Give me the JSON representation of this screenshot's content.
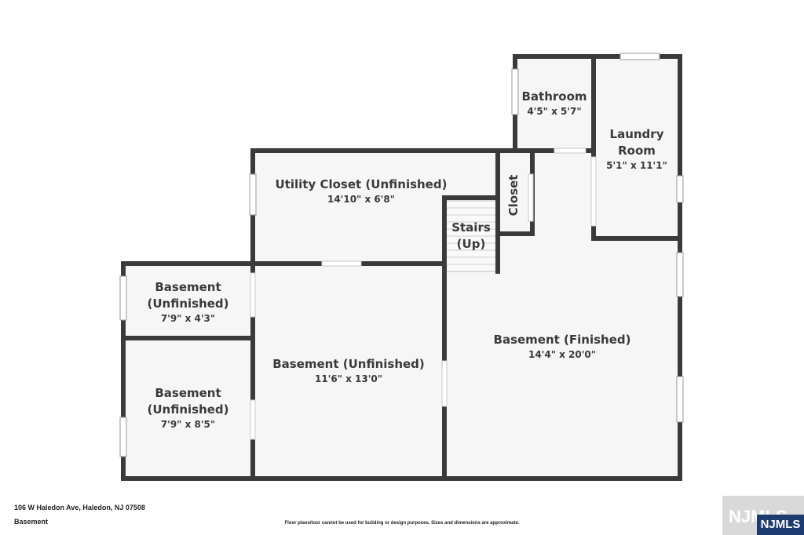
{
  "rooms": {
    "bathroom": {
      "name": "Bathroom",
      "dim": "4'5\" x 5'7\""
    },
    "laundry": {
      "name_line1": "Laundry",
      "name_line2": "Room",
      "dim": "5'1\" x 11'1\""
    },
    "utility": {
      "name": "Utility Closet (Unfinished)",
      "dim": "14'10\" x 6'8\""
    },
    "closet": {
      "name": "Closet"
    },
    "stairs": {
      "name_line1": "Stairs",
      "name_line2": "(Up)"
    },
    "basement_small_top": {
      "name_line1": "Basement",
      "name_line2": "(Unfinished)",
      "dim": "7'9\" x 4'3\""
    },
    "basement_small_bottom": {
      "name_line1": "Basement",
      "name_line2": "(Unfinished)",
      "dim": "7'9\" x 8'5\""
    },
    "basement_middle": {
      "name": "Basement (Unfinished)",
      "dim": "11'6\" x 13'0\""
    },
    "basement_finished": {
      "name": "Basement (Finished)",
      "dim": "14'4\" x 20'0\""
    }
  },
  "footer": {
    "address": "106 W Haledon Ave, Haledon, NJ 07508",
    "floor": "Basement",
    "disclaimer": "Floor plans/tour cannot be used for building or design purposes. Sizes and dimensions are approximate."
  },
  "watermark": {
    "text": "NJMLS",
    "badge": "NJMLS"
  },
  "colors": {
    "wall": "#3a3a3a",
    "floor": "#f6f6f6",
    "window": "#ffffff",
    "badge": "#1d3b6e"
  }
}
